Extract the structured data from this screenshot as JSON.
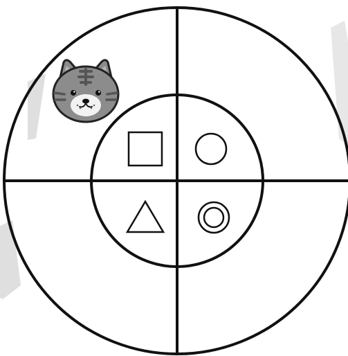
{
  "diagram": {
    "quadrants": [
      "top-left",
      "top-right",
      "bottom-left",
      "bottom-right"
    ],
    "inner_symbols": [
      {
        "quadrant": "top-left",
        "shape": "square"
      },
      {
        "quadrant": "top-right",
        "shape": "circle"
      },
      {
        "quadrant": "bottom-left",
        "shape": "triangle"
      },
      {
        "quadrant": "bottom-right",
        "shape": "double-circle"
      }
    ],
    "marker": {
      "icon": "tabby-cat-face-icon",
      "quadrant": "top-left",
      "ring": "outer"
    }
  },
  "colors": {
    "line": "#111111",
    "background": "#ffffff",
    "cat_fur": "#8c8c8c",
    "cat_stripes": "#555555",
    "cat_muzzle": "#f2f2f2",
    "watermark": "#d9d9d9"
  }
}
